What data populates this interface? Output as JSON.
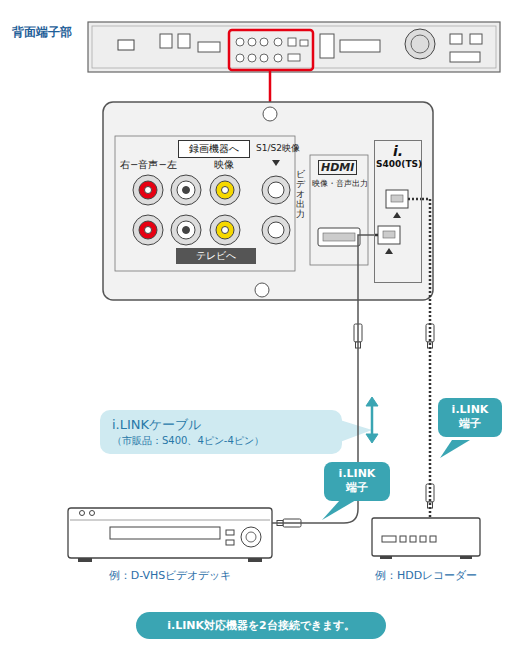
{
  "diagram": {
    "nodes": [
      {
        "text": [
          "録画機器へ"
        ]
      },
      {
        "text": [
          "テレビへ"
        ]
      },
      {
        "text": [
          "i.",
          "S400(TS)"
        ]
      },
      {
        "text": [
          "i.LINKケーブル",
          "（市販品：S400、4ピン-4ピン）"
        ]
      },
      {
        "text": [
          "i.LINK 端子"
        ]
      },
      {
        "text": [
          "i.LINK 端子"
        ]
      },
      {
        "text": [
          "例：D-VHSビデオデッキ"
        ]
      },
      {
        "text": [
          "例：HDDレコーダー"
        ]
      },
      {
        "text": [
          "i.LINK対応機器を2台接続できます。"
        ]
      }
    ],
    "edges": [
      {
        "from": 2,
        "to": 6,
        "arrow": "none"
      },
      {
        "from": 2,
        "to": 7,
        "arrow": "none"
      }
    ],
    "labels": [
      "背面端子部",
      "右−音声−左",
      "映像",
      "S1/S2映像",
      "ビデオ出力",
      "HDMI",
      "映像・音声出力"
    ]
  }
}
